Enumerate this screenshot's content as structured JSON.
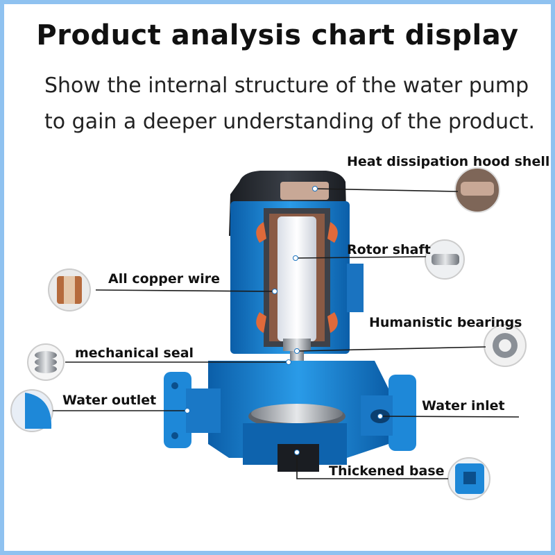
{
  "header": {
    "title": "Product analysis chart display",
    "subtitle_line1": "Show the internal structure of the water pump",
    "subtitle_line2": "to gain a deeper understanding of the product."
  },
  "callouts": {
    "heat_hood": "Heat dissipation hood shell",
    "rotor_shaft": "Rotor shaft",
    "copper_wire": "All copper wire",
    "bearings": "Humanistic bearings",
    "mech_seal": "mechanical seal",
    "water_outlet": "Water outlet",
    "water_inlet": "Water inlet",
    "base": "Thickened base"
  },
  "colors": {
    "frame": "#8fc2f0",
    "pump_blue": "#1e88d8",
    "pump_dark": "#0b5ea8",
    "motor_cap": "#262a30",
    "line": "#1a1a1a"
  }
}
